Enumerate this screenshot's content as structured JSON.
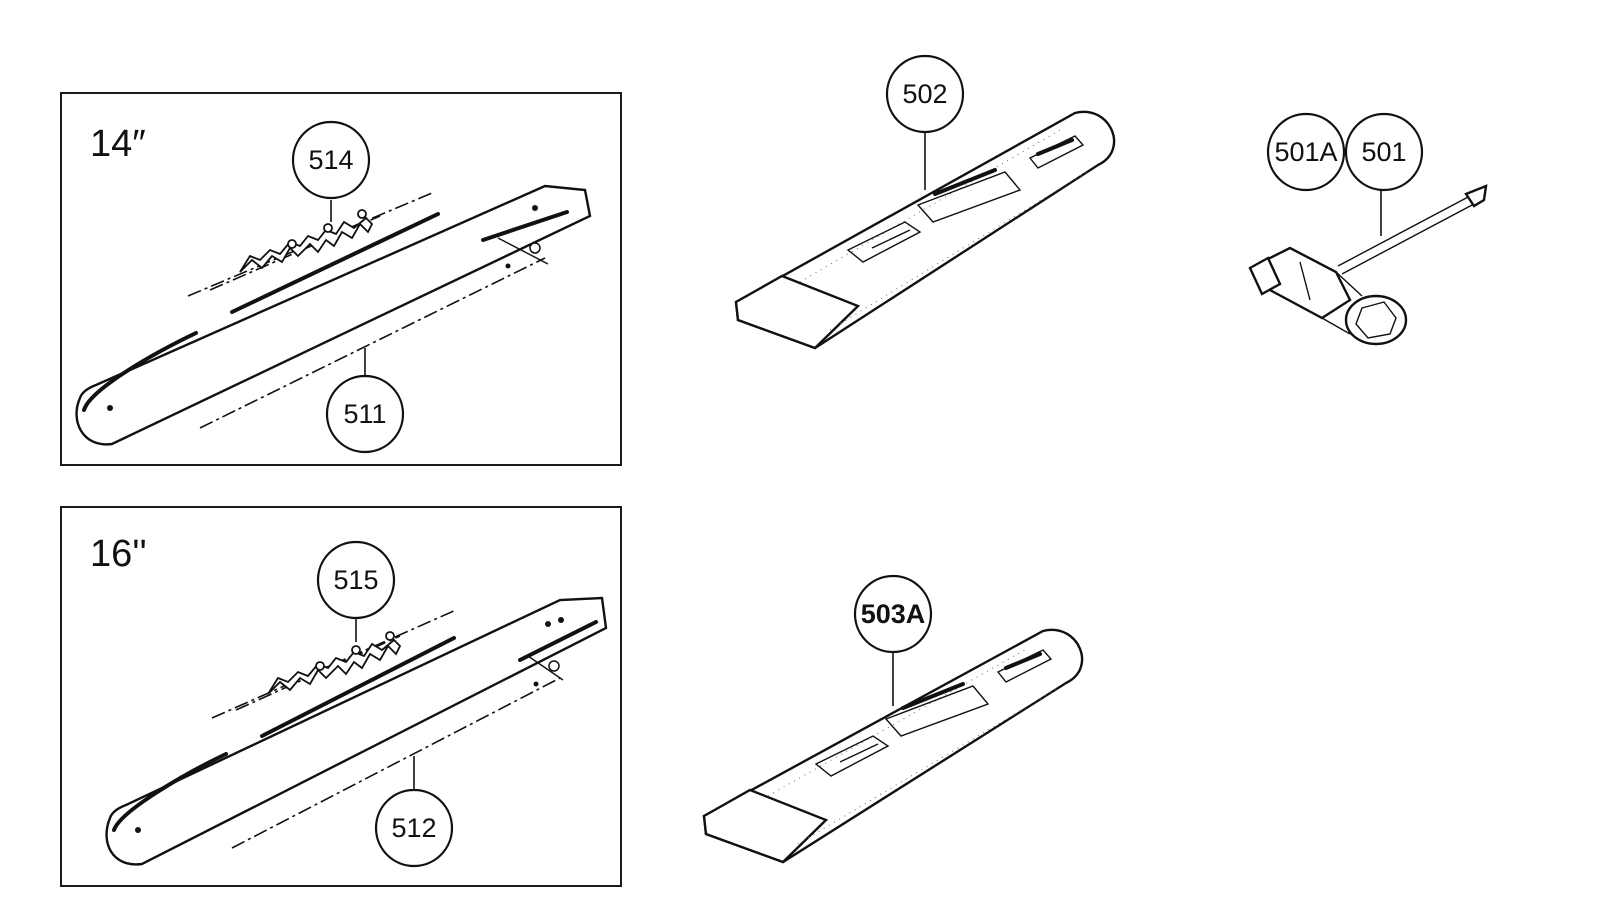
{
  "panels": [
    {
      "size_label": "14″",
      "chain_callout": "514",
      "bar_callout": "511"
    },
    {
      "size_label": "16''",
      "chain_callout": "515",
      "bar_callout": "512"
    }
  ],
  "scabbard_top_callout": "502",
  "scabbard_bottom_callout": "503A",
  "wrench_callouts": [
    "501A",
    "501"
  ]
}
